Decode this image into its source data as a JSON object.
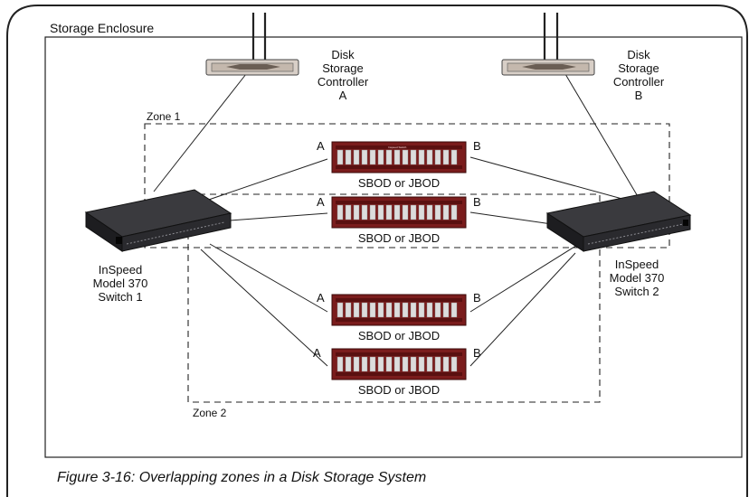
{
  "enclosure": {
    "title": "Storage Enclosure"
  },
  "controllers": [
    {
      "line1": "Disk",
      "line2": "Storage",
      "line3": "Controller",
      "line4": "A"
    },
    {
      "line1": "Disk",
      "line2": "Storage",
      "line3": "Controller",
      "line4": "B"
    }
  ],
  "zones": [
    {
      "label": "Zone 1"
    },
    {
      "label": "Zone 2"
    }
  ],
  "switches": [
    {
      "line1": "InSpeed",
      "line2": "Model 370",
      "line3": "Switch 1"
    },
    {
      "line1": "InSpeed",
      "line2": "Model 370",
      "line3": "Switch 2"
    }
  ],
  "drive_arrays": [
    {
      "label": "SBOD or JBOD",
      "port_a": "A",
      "port_b": "B"
    },
    {
      "label": "SBOD or JBOD",
      "port_a": "A",
      "port_b": "B"
    },
    {
      "label": "SBOD or JBOD",
      "port_a": "A",
      "port_b": "B"
    },
    {
      "label": "SBOD or JBOD",
      "port_a": "A",
      "port_b": "B"
    }
  ],
  "caption": "Figure 3-16: Overlapping zones in a Disk Storage System"
}
